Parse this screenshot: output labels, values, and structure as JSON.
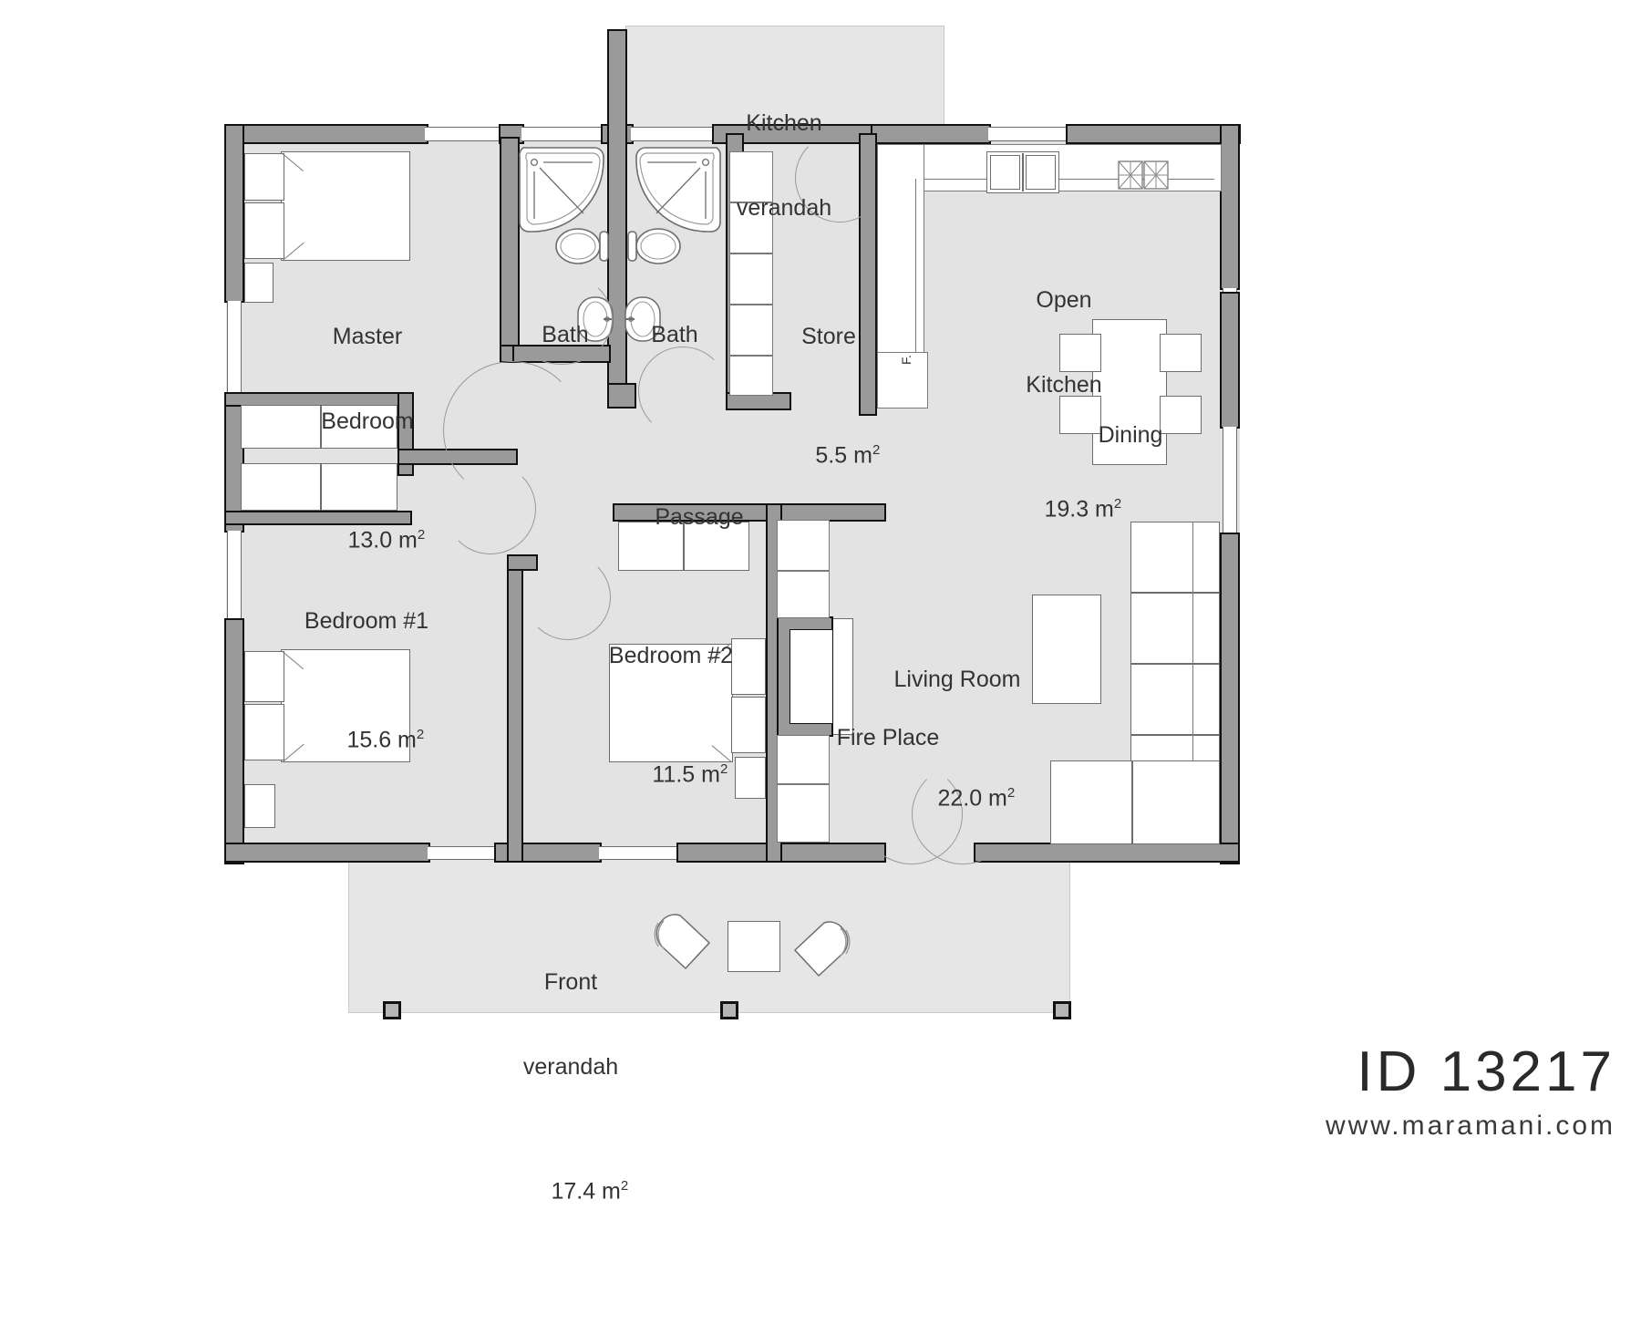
{
  "document": {
    "type": "architectural-floor-plan",
    "plan_id": "ID 13217",
    "website": "www.maramani.com"
  },
  "rooms": [
    {
      "key": "kitchen_verandah",
      "name": "Kitchen\nverandah",
      "area": ""
    },
    {
      "key": "master_bedroom",
      "name": "Master\nBedroom",
      "area": "13.0 m"
    },
    {
      "key": "bath_left",
      "name": "Bath",
      "area": ""
    },
    {
      "key": "bath_right",
      "name": "Bath",
      "area": ""
    },
    {
      "key": "store",
      "name": "Store",
      "area": "5.5 m"
    },
    {
      "key": "open_kitchen",
      "name": "Open\nKitchen",
      "area": "19.3 m"
    },
    {
      "key": "dining",
      "name": "Dining",
      "area": ""
    },
    {
      "key": "passage",
      "name": "Passage",
      "area": ""
    },
    {
      "key": "bedroom_1",
      "name": "Bedroom #1",
      "area": "15.6 m"
    },
    {
      "key": "bedroom_2",
      "name": "Bedroom #2",
      "area": "11.5 m"
    },
    {
      "key": "living_room",
      "name": "Living Room",
      "area": "22.0 m"
    },
    {
      "key": "fire_place",
      "name": "Fire Place",
      "area": ""
    },
    {
      "key": "front_verandah",
      "name": "Front\nverandah",
      "area": "17.4 m"
    }
  ],
  "labels": {
    "kitchen_verandah_l1": "Kitchen",
    "kitchen_verandah_l2": "verandah",
    "master_bedroom_l1": "Master",
    "master_bedroom_l2": "Bedroom",
    "master_bedroom_area": "13.0 m",
    "bath_left": "Bath",
    "bath_right": "Bath",
    "store": "Store",
    "store_area": "5.5 m",
    "open_kitchen_l1": "Open",
    "open_kitchen_l2": "Kitchen",
    "open_kitchen_area": "19.3 m",
    "dining": "Dining",
    "passage": "Passage",
    "bedroom1": "Bedroom #1",
    "bedroom1_area": "15.6 m",
    "bedroom2": "Bedroom #2",
    "bedroom2_area": "11.5 m",
    "living_room": "Living Room",
    "living_room_area": "22.0 m",
    "fire_place": "Fire Place",
    "front_verandah_l1": "Front",
    "front_verandah_l2": "verandah",
    "front_verandah_area": "17.4 m",
    "fridge": "F."
  },
  "superscript": "2",
  "colors": {
    "floor_fill": "#e3e3e3",
    "verandah_fill": "#e6e6e6",
    "wall_fill": "#9a9a9a",
    "wall_outline": "#111111",
    "furniture_outline": "#6d6d6d",
    "furniture_fill": "#ffffff",
    "text": "#333333",
    "title_text": "#2a2a2a"
  },
  "fixtures": [
    "corner-shower",
    "toilet",
    "wash-basin",
    "kitchen-sink",
    "hob",
    "refrigerator",
    "dining-table",
    "dining-chair",
    "double-bed",
    "wardrobe",
    "sofa-sectional",
    "coffee-table",
    "armchair",
    "verandah-table",
    "fireplace",
    "store-shelving"
  ]
}
